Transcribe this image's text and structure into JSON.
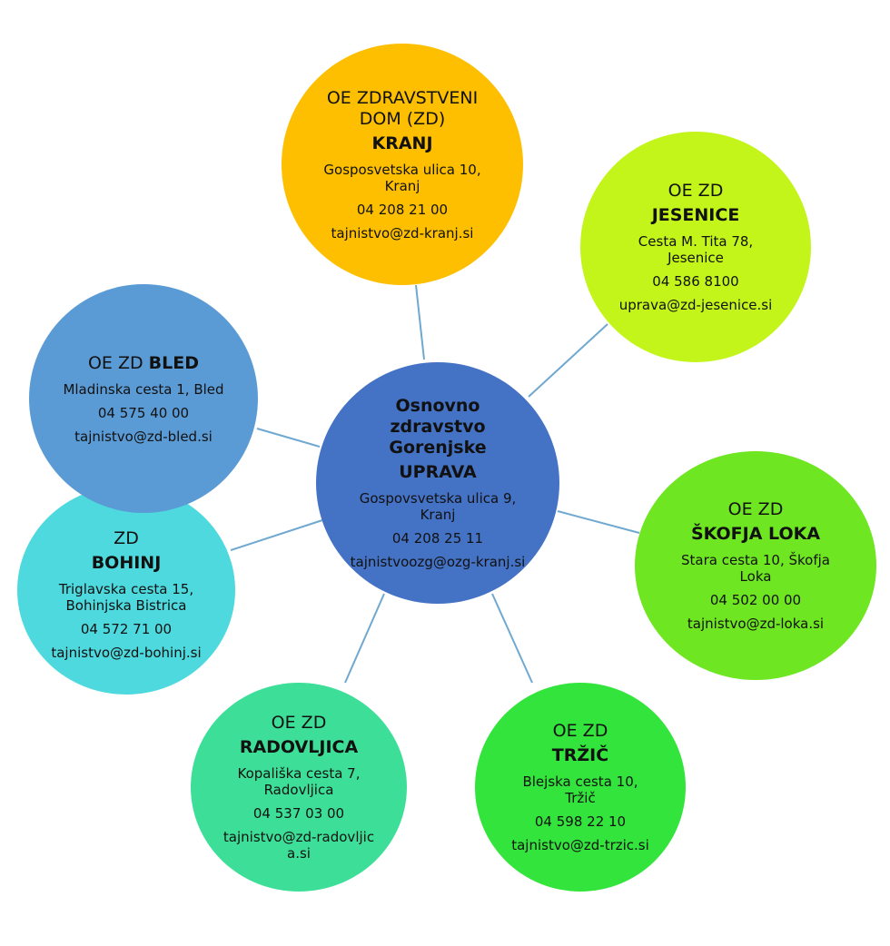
{
  "colors": {
    "connector": "#6fa8d0",
    "kranj": "#fdbf00",
    "jesenice": "#c3f51a",
    "bled": "#5b9bd5",
    "bohinj": "#4dd9dd",
    "uprava": "#4472c4",
    "loka": "#6ee621",
    "radovljica": "#3ddf98",
    "trzic": "#33e43c"
  },
  "nodes": {
    "uprava": {
      "label": "Osnovno zdravstvo Gorenjske",
      "name": "UPRAVA",
      "address": "Gospovsvetska ulica 9, Kranj",
      "phone": "04 208 25 11",
      "email": "tajnistvoozg@ozg-kranj.si"
    },
    "kranj": {
      "label": "OE ZDRAVSTVENI DOM (ZD)",
      "name": "KRANJ",
      "address": "Gosposvetska ulica 10, Kranj",
      "phone": "04 208 21 00",
      "email": "tajnistvo@zd-kranj.si"
    },
    "jesenice": {
      "label": "OE ZD",
      "name": "JESENICE",
      "address": "Cesta M. Tita 78, Jesenice",
      "phone": "04 586 8100",
      "email": "uprava@zd-jesenice.si"
    },
    "bled": {
      "label": "OE ZD",
      "name": "BLED",
      "address": "Mladinska cesta 1, Bled",
      "phone": "04 575 40 00",
      "email": "tajnistvo@zd-bled.si"
    },
    "bohinj": {
      "label": "ZD",
      "name": "BOHINJ",
      "address": "Triglavska cesta 15, Bohinjska Bistrica",
      "phone": "04 572 71 00",
      "email": "tajnistvo@zd-bohinj.si"
    },
    "loka": {
      "label": "OE ZD",
      "name": "ŠKOFJA LOKA",
      "address": "Stara cesta 10, Škofja Loka",
      "phone": "04 502 00 00",
      "email": "tajnistvo@zd-loka.si"
    },
    "radovljica": {
      "label": "OE ZD",
      "name": "RADOVLJICA",
      "address": "Kopališka cesta 7, Radovljica",
      "phone": "04 537 03 00",
      "email": "tajnistvo@zd-radovljica.si"
    },
    "trzic": {
      "label": "OE ZD",
      "name": "TRŽIČ",
      "address": "Blejska cesta 10, Tržič",
      "phone": "04 598 22 10",
      "email": "tajnistvo@zd-trzic.si"
    }
  }
}
